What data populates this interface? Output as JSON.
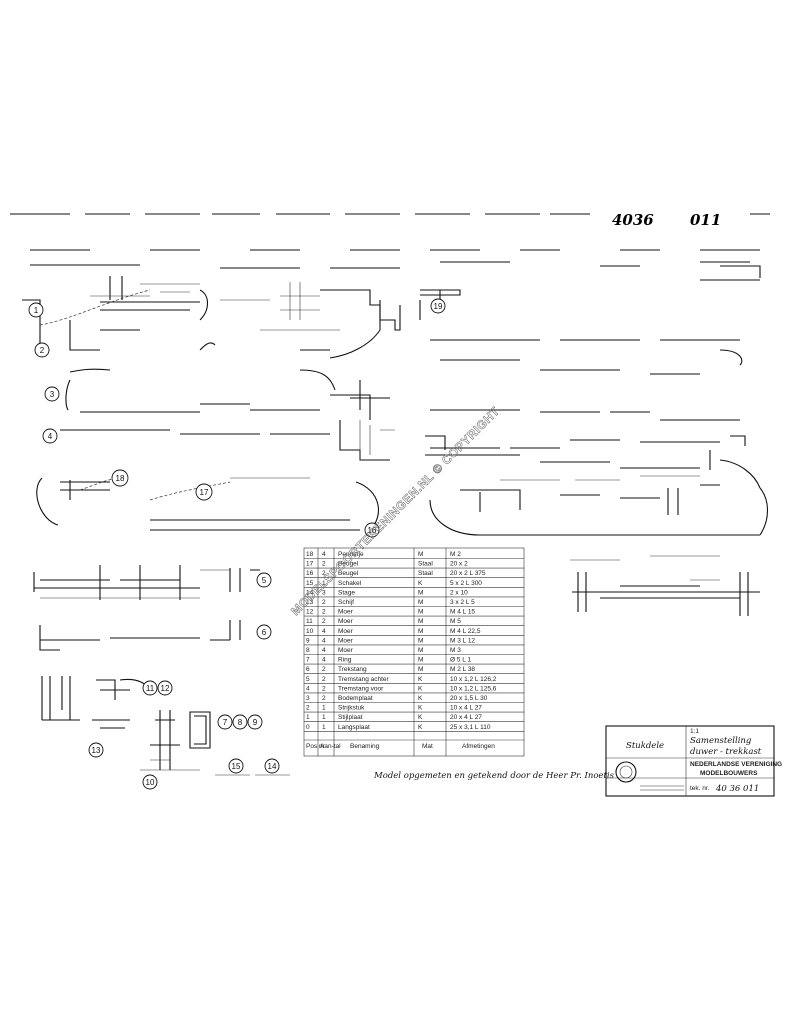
{
  "header": {
    "drawing_no": "4036",
    "sheet_no": "011"
  },
  "watermark": "MODELSPOORTEKENINGEN.NL © COPYRIGHT",
  "note": "Model opgemeten en getekend door de Heer Pr. Inoetis",
  "parts_table": {
    "headers": {
      "pos": "Pos nr",
      "qty": "Aan-tal",
      "name": "Benaming",
      "material": "Mat",
      "dims": "Afmetingen"
    },
    "rows": [
      {
        "pos": "18",
        "qty": "4",
        "name": "Pennetje",
        "material": "M",
        "dims": "M 2"
      },
      {
        "pos": "17",
        "qty": "2",
        "name": "Beugel",
        "material": "Staal",
        "dims": "20 x 2"
      },
      {
        "pos": "16",
        "qty": "2",
        "name": "Beugel",
        "material": "Staal",
        "dims": "20 x 2  L 375"
      },
      {
        "pos": "15",
        "qty": "1",
        "name": "Schakel",
        "material": "K",
        "dims": "5 x 2  L 300"
      },
      {
        "pos": "14",
        "qty": "3",
        "name": "Stage",
        "material": "M",
        "dims": "2 x 10"
      },
      {
        "pos": "13",
        "qty": "2",
        "name": "Schijf",
        "material": "M",
        "dims": "3 x 2  L 5"
      },
      {
        "pos": "12",
        "qty": "2",
        "name": "Moer",
        "material": "M",
        "dims": "M 4  L 15"
      },
      {
        "pos": "11",
        "qty": "2",
        "name": "Moer",
        "material": "M",
        "dims": "M 5"
      },
      {
        "pos": "10",
        "qty": "4",
        "name": "Moer",
        "material": "M",
        "dims": "M 4  L 22,5"
      },
      {
        "pos": "9",
        "qty": "4",
        "name": "Moer",
        "material": "M",
        "dims": "M 3  L 12"
      },
      {
        "pos": "8",
        "qty": "4",
        "name": "Moer",
        "material": "M",
        "dims": "M 3"
      },
      {
        "pos": "7",
        "qty": "4",
        "name": "Ring",
        "material": "M",
        "dims": "Ø 5  L 1"
      },
      {
        "pos": "6",
        "qty": "2",
        "name": "Trekstang",
        "material": "M",
        "dims": "M 2  L 38"
      },
      {
        "pos": "5",
        "qty": "2",
        "name": "Tremstang achter",
        "material": "K",
        "dims": "10 x 1,2  L 126,2"
      },
      {
        "pos": "4",
        "qty": "2",
        "name": "Tremstang voor",
        "material": "K",
        "dims": "10 x 1,2  L 125,6"
      },
      {
        "pos": "3",
        "qty": "2",
        "name": "Bodemplaat",
        "material": "K",
        "dims": "20 x 1,5  L 30"
      },
      {
        "pos": "2",
        "qty": "1",
        "name": "Strijkstuk",
        "material": "K",
        "dims": "10 x 4  L 27"
      },
      {
        "pos": "1",
        "qty": "1",
        "name": "Stijlplaat",
        "material": "K",
        "dims": "20 x 4  L 27"
      },
      {
        "pos": "0",
        "qty": "1",
        "name": "Langsplaat",
        "material": "K",
        "dims": "25 x 3,1  L 110"
      }
    ]
  },
  "title_block": {
    "scale": "1:1",
    "title_line1": "Samenstelling",
    "title_line2": "duwer - trekkast",
    "subtitle": "Stukdele",
    "org_line1": "NEDERLANDSE VERENIGING",
    "org_line2": "MODELBOUWERS",
    "number_label": "tek. nr.",
    "number": "40 36 011"
  },
  "view_labels": [
    "1",
    "2",
    "3",
    "4",
    "5",
    "6",
    "7",
    "8",
    "9",
    "10",
    "11",
    "12",
    "13",
    "14",
    "15",
    "16",
    "17",
    "18",
    "19"
  ],
  "colors": {
    "ink": "#111111",
    "paper": "#ffffff",
    "watermark": "#777777"
  }
}
